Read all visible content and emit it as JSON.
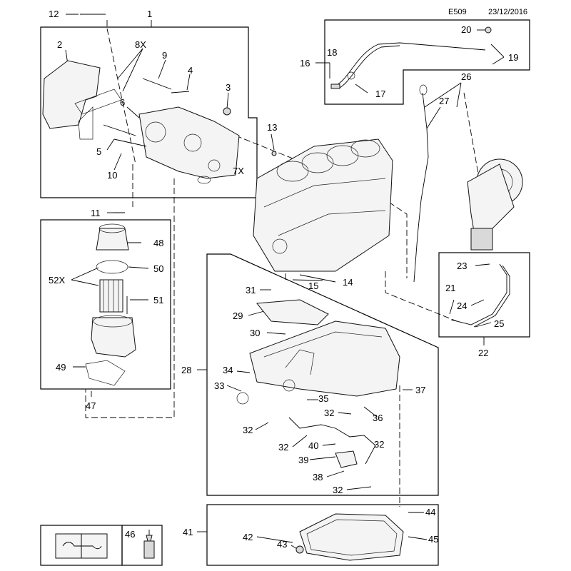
{
  "header": {
    "diagram_code": "E509",
    "date": "23/12/2016"
  },
  "callouts": {
    "c1": "1",
    "c2": "2",
    "c3": "3",
    "c4": "4",
    "c5": "5",
    "c6": "6",
    "c7x": "7X",
    "c8x": "8X",
    "c9": "9",
    "c10": "10",
    "c11": "11",
    "c12": "12",
    "c13": "13",
    "c14": "14",
    "c15": "15",
    "c16": "16",
    "c17": "17",
    "c18": "18",
    "c19": "19",
    "c20": "20",
    "c21": "21",
    "c22": "22",
    "c23": "23",
    "c24": "24",
    "c25": "25",
    "c26": "26",
    "c27": "27",
    "c28": "28",
    "c29": "29",
    "c30": "30",
    "c31": "31",
    "c32a": "32",
    "c32b": "32",
    "c32c": "32",
    "c32d": "32",
    "c32e": "32",
    "c33": "33",
    "c34": "34",
    "c35": "35",
    "c36": "36",
    "c37": "37",
    "c38": "38",
    "c39": "39",
    "c40": "40",
    "c41": "41",
    "c42": "42",
    "c43": "43",
    "c44": "44",
    "c45": "45",
    "c46": "46",
    "c47": "47",
    "c48": "48",
    "c49": "49",
    "c50": "50",
    "c51": "51",
    "c52x": "52X"
  },
  "icons": {
    "manual": "manual-book-wrench-icon",
    "sealant": "sealant-tube-icon"
  }
}
